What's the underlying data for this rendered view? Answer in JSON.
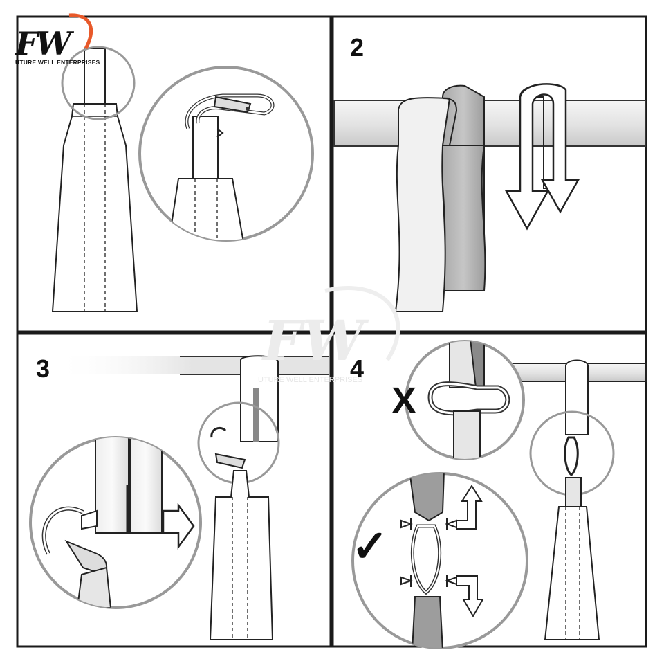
{
  "brand": {
    "logo_text": "FW",
    "logo_subtitle": "UTURE WELL ENTERPRISES",
    "watermark_text": "FW",
    "watermark_subtitle": "UTURE WELL ENTERPRISES",
    "accent_color": "#e8592a"
  },
  "steps": [
    {
      "number": "",
      "panel": "top-left"
    },
    {
      "number": "2",
      "panel": "top-right"
    },
    {
      "number": "3",
      "panel": "bottom-left"
    },
    {
      "number": "4",
      "panel": "bottom-right"
    }
  ],
  "marks": {
    "wrong": "X",
    "right": "✓"
  },
  "icons": [
    "arrow-down-icon",
    "arrow-right-icon",
    "arrow-up-right-icon",
    "arrow-down-right-icon",
    "pinch-arrow-icon"
  ]
}
